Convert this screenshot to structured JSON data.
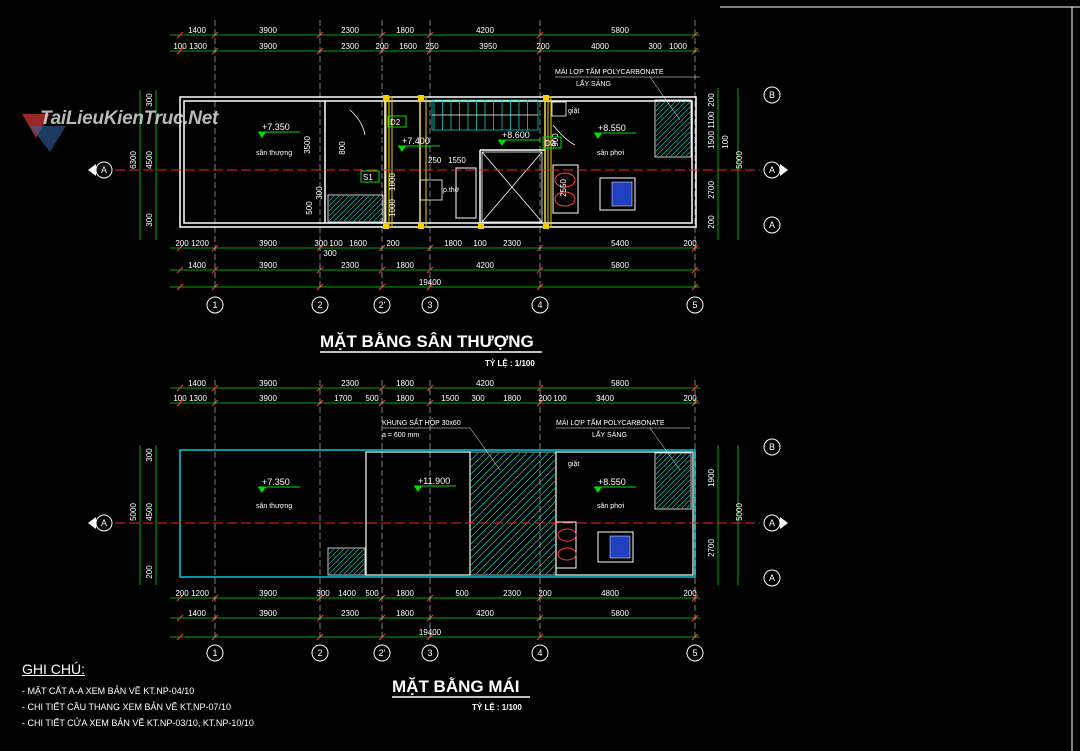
{
  "watermark": {
    "text": "TaiLieuKienTruc.Net"
  },
  "plans": [
    {
      "title": "MẶT BẰNG SÂN THƯỢNG",
      "scale": "TỶ LỆ : 1/100",
      "top_dims_1": [
        "1400",
        "3900",
        "2300",
        "1800",
        "4200",
        "5800"
      ],
      "top_dims_2": [
        "100",
        "1300",
        "3900",
        "2300",
        "200",
        "1600",
        "250",
        "3950",
        "200",
        "4000",
        "300",
        "1000"
      ],
      "bot_dims_1": [
        "200",
        "1200",
        "3900",
        "300",
        "100",
        "1600",
        "200",
        "1800",
        "100",
        "2300",
        "5400",
        "200"
      ],
      "bot_dims_2": [
        "1400",
        "3900",
        "2300",
        "1800",
        "4200",
        "5800"
      ],
      "bot_extra": "300",
      "total": "19400",
      "left_dims": [
        "6300",
        "4500",
        "300",
        "300",
        "300",
        "3500",
        "800",
        "1800",
        "1000",
        "500"
      ],
      "right_dims": [
        "200",
        "1100",
        "1500",
        "2700",
        "200",
        "5000",
        "100",
        "900",
        "2550"
      ],
      "levels": [
        "+7.350",
        "+7.400",
        "+8.600",
        "+8.550"
      ],
      "labels": [
        "sân thượng",
        "p.thờ",
        "sân phơi",
        "giặt",
        "1550",
        "250"
      ],
      "tags": [
        "D2",
        "D3",
        "S1"
      ],
      "callout": [
        "MÁI LỢP TẤM POLYCARBONATE",
        "LẤY SÁNG"
      ]
    },
    {
      "title": "MẶT BẰNG MÁI",
      "scale": "TỶ LỆ : 1/100",
      "top_dims_1": [
        "1400",
        "3900",
        "2300",
        "1800",
        "4200",
        "5800"
      ],
      "top_dims_2": [
        "100",
        "1300",
        "3900",
        "1700",
        "500",
        "1800",
        "1500",
        "300",
        "1800",
        "200",
        "100",
        "3400",
        "200"
      ],
      "bot_dims_1": [
        "200",
        "1200",
        "3900",
        "300",
        "1400",
        "500",
        "1800",
        "500",
        "2300",
        "200",
        "4800",
        "200"
      ],
      "bot_dims_2": [
        "1400",
        "3900",
        "2300",
        "1800",
        "4200",
        "5800"
      ],
      "total": "19400",
      "left_dims": [
        "300",
        "4500",
        "5000",
        "200"
      ],
      "right_dims": [
        "1900",
        "2700",
        "5000"
      ],
      "levels": [
        "+7.350",
        "+11.900",
        "+8.550"
      ],
      "labels": [
        "sân thượng",
        "sân phơi",
        "giặt"
      ],
      "callout": [
        "MÁI LỢP TẤM POLYCARBONATE",
        "LẤY SÁNG"
      ],
      "callout2": [
        "KHUNG SẮT HỘP 30x60",
        "a = 600 mm"
      ]
    }
  ],
  "grid_x": [
    "1",
    "2",
    "2'",
    "3",
    "4",
    "5"
  ],
  "grid_y": [
    "A",
    "B"
  ],
  "notes": {
    "heading": "GHI CHÚ:",
    "items": [
      "- MẶT CẮT A-A XEM BẢN VẼ KT.NP-04/10",
      "- CHI TIẾT CẦU THANG XEM BẢN VẼ KT.NP-07/10",
      "- CHI TIẾT CỬA XEM BẢN VẼ KT.NP-03/10, KT.NP-10/10"
    ]
  },
  "colors": {
    "background": "#000000",
    "dim": "#00e000",
    "wall": "#ffffff",
    "axis": "#ff2020",
    "roof": "#00c8d8",
    "stair": "#00d0c0",
    "column": "#f0d000"
  }
}
